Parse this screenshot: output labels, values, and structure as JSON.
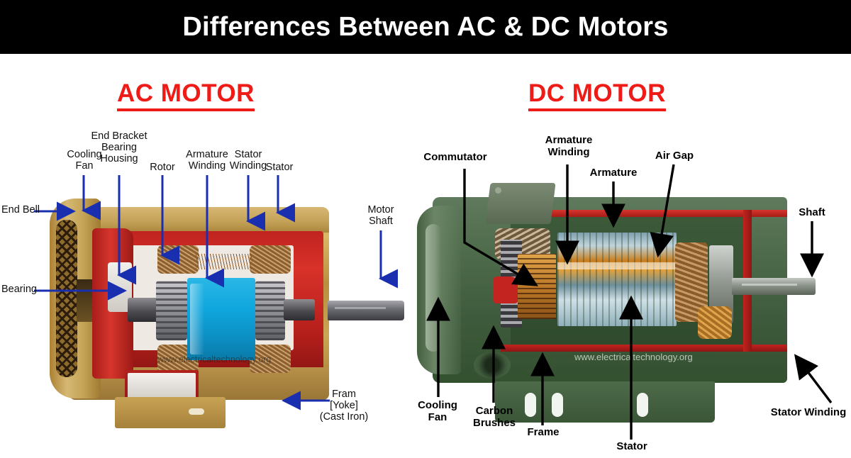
{
  "banner": {
    "title": "Differences Between AC & DC Motors",
    "background_color": "#000000",
    "text_color": "#ffffff"
  },
  "sections": [
    {
      "id": "ac",
      "heading": "AC MOTOR",
      "heading_color": "#ef1b17",
      "watermark": "www.electricaltechnology.org",
      "leader_color": "#1a2fb0",
      "label_color": "#111111",
      "labels": [
        {
          "key": "end_bell",
          "text": "End Bell",
          "lines": [
            "End Bell"
          ]
        },
        {
          "key": "bearing",
          "text": "Bearing",
          "lines": [
            "Bearing"
          ]
        },
        {
          "key": "cooling_fan",
          "text": "Cooling Fan",
          "lines": [
            "Cooling",
            "Fan"
          ]
        },
        {
          "key": "end_bracket",
          "text": "End Bracket Bearing Housing",
          "lines": [
            "End Bracket",
            "Bearing",
            "Housing"
          ]
        },
        {
          "key": "rotor",
          "text": "Rotor",
          "lines": [
            "Rotor"
          ]
        },
        {
          "key": "armature_wind",
          "text": "Armature Winding",
          "lines": [
            "Armature",
            "Winding"
          ]
        },
        {
          "key": "stator_wind",
          "text": "Stator Winding",
          "lines": [
            "Stator",
            "Winding"
          ]
        },
        {
          "key": "stator",
          "text": "Stator",
          "lines": [
            "Stator"
          ]
        },
        {
          "key": "motor_shaft",
          "text": "Motor Shaft",
          "lines": [
            "Motor",
            "Shaft"
          ]
        },
        {
          "key": "frame_yoke",
          "text": "Fram [Yoke] (Cast Iron)",
          "lines": [
            "Fram",
            "[Yoke]",
            "(Cast Iron)"
          ]
        }
      ]
    },
    {
      "id": "dc",
      "heading": "DC MOTOR",
      "heading_color": "#ef1b17",
      "watermark": "www.electricaltechnology.org",
      "leader_color": "#000000",
      "label_color": "#000000",
      "labels": [
        {
          "key": "commutator",
          "text": "Commutator",
          "lines": [
            "Commutator"
          ]
        },
        {
          "key": "armature_wind",
          "text": "Armature Winding",
          "lines": [
            "Armature",
            "Winding"
          ]
        },
        {
          "key": "armature",
          "text": "Armature",
          "lines": [
            "Armature"
          ]
        },
        {
          "key": "air_gap",
          "text": "Air Gap",
          "lines": [
            "Air Gap"
          ]
        },
        {
          "key": "shaft",
          "text": "Shaft",
          "lines": [
            "Shaft"
          ]
        },
        {
          "key": "stator_winding",
          "text": "Stator Winding",
          "lines": [
            "Stator Winding"
          ]
        },
        {
          "key": "stator",
          "text": "Stator",
          "lines": [
            "Stator"
          ]
        },
        {
          "key": "frame",
          "text": "Frame",
          "lines": [
            "Frame"
          ]
        },
        {
          "key": "carbon_brushes",
          "text": "Carbon Brushes",
          "lines": [
            "Carbon",
            "Brushes"
          ]
        },
        {
          "key": "cooling_fan",
          "text": "Cooling Fan",
          "lines": [
            "Cooling",
            "Fan"
          ]
        }
      ]
    }
  ],
  "colors": {
    "banner_bg": "#000000",
    "heading_red": "#ef1b17",
    "ac_leader_blue": "#1a2fb0",
    "dc_leader_black": "#000000",
    "ac_housing_gold": "#c2a055",
    "ac_frame_red": "#c0231f",
    "ac_rotor_cyan": "#0fa6dd",
    "dc_body_green": "#4e6b4b",
    "dc_frame_red": "#c2231f",
    "page_bg": "#ffffff"
  }
}
